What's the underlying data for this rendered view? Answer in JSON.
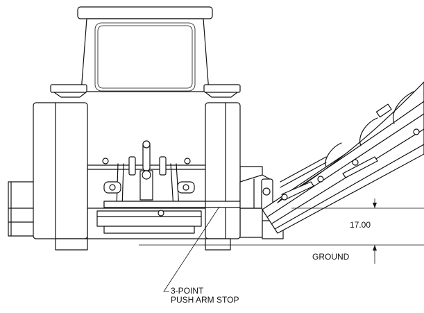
{
  "labels": {
    "dimension": "17.00",
    "ground": "GROUND",
    "callout_line1": "3-POINT",
    "callout_line2": "PUSH ARM STOP"
  },
  "colors": {
    "line": "#111111",
    "background": "#ffffff"
  }
}
